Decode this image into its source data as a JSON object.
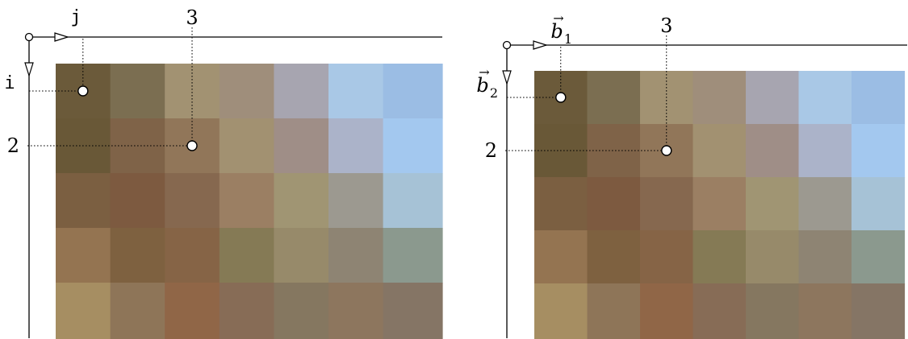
{
  "panels": [
    {
      "id": "left",
      "col_axis_label": "j",
      "row_axis_label": "i",
      "col_marker_label": "3",
      "row_marker_label": "2",
      "label_style": "monospace"
    },
    {
      "id": "right",
      "col_axis_label": "b",
      "col_axis_subscript": "1",
      "col_axis_vector_arrow": "→",
      "row_axis_label": "b",
      "row_axis_subscript": "2",
      "row_axis_vector_arrow": "→",
      "col_marker_label": "3",
      "row_marker_label": "2",
      "label_style": "vector"
    }
  ],
  "pixel_grid": {
    "rows": 5,
    "cols": 7,
    "colors": [
      [
        "#6b5a3a",
        "#7b6e51",
        "#a29272",
        "#9f8e7b",
        "#a7a5b0",
        "#a9c8e6",
        "#9bbde4"
      ],
      [
        "#695837",
        "#7f6348",
        "#917659",
        "#a29171",
        "#9f8e87",
        "#abb3c9",
        "#a3c8ef"
      ],
      [
        "#7b5f41",
        "#7d5a40",
        "#86684f",
        "#9b7f63",
        "#a09573",
        "#9c9990",
        "#a6c2d6"
      ],
      [
        "#947451",
        "#7e6140",
        "#866446",
        "#857a55",
        "#978a6a",
        "#8e8473",
        "#8b998e"
      ],
      [
        "#a68e62",
        "#8e7558",
        "#906647",
        "#876c56",
        "#857760",
        "#8d765e",
        "#857565"
      ]
    ]
  },
  "highlighted_pixels": [
    {
      "row": 0,
      "col": 0
    },
    {
      "row": 1,
      "col": 2
    }
  ]
}
